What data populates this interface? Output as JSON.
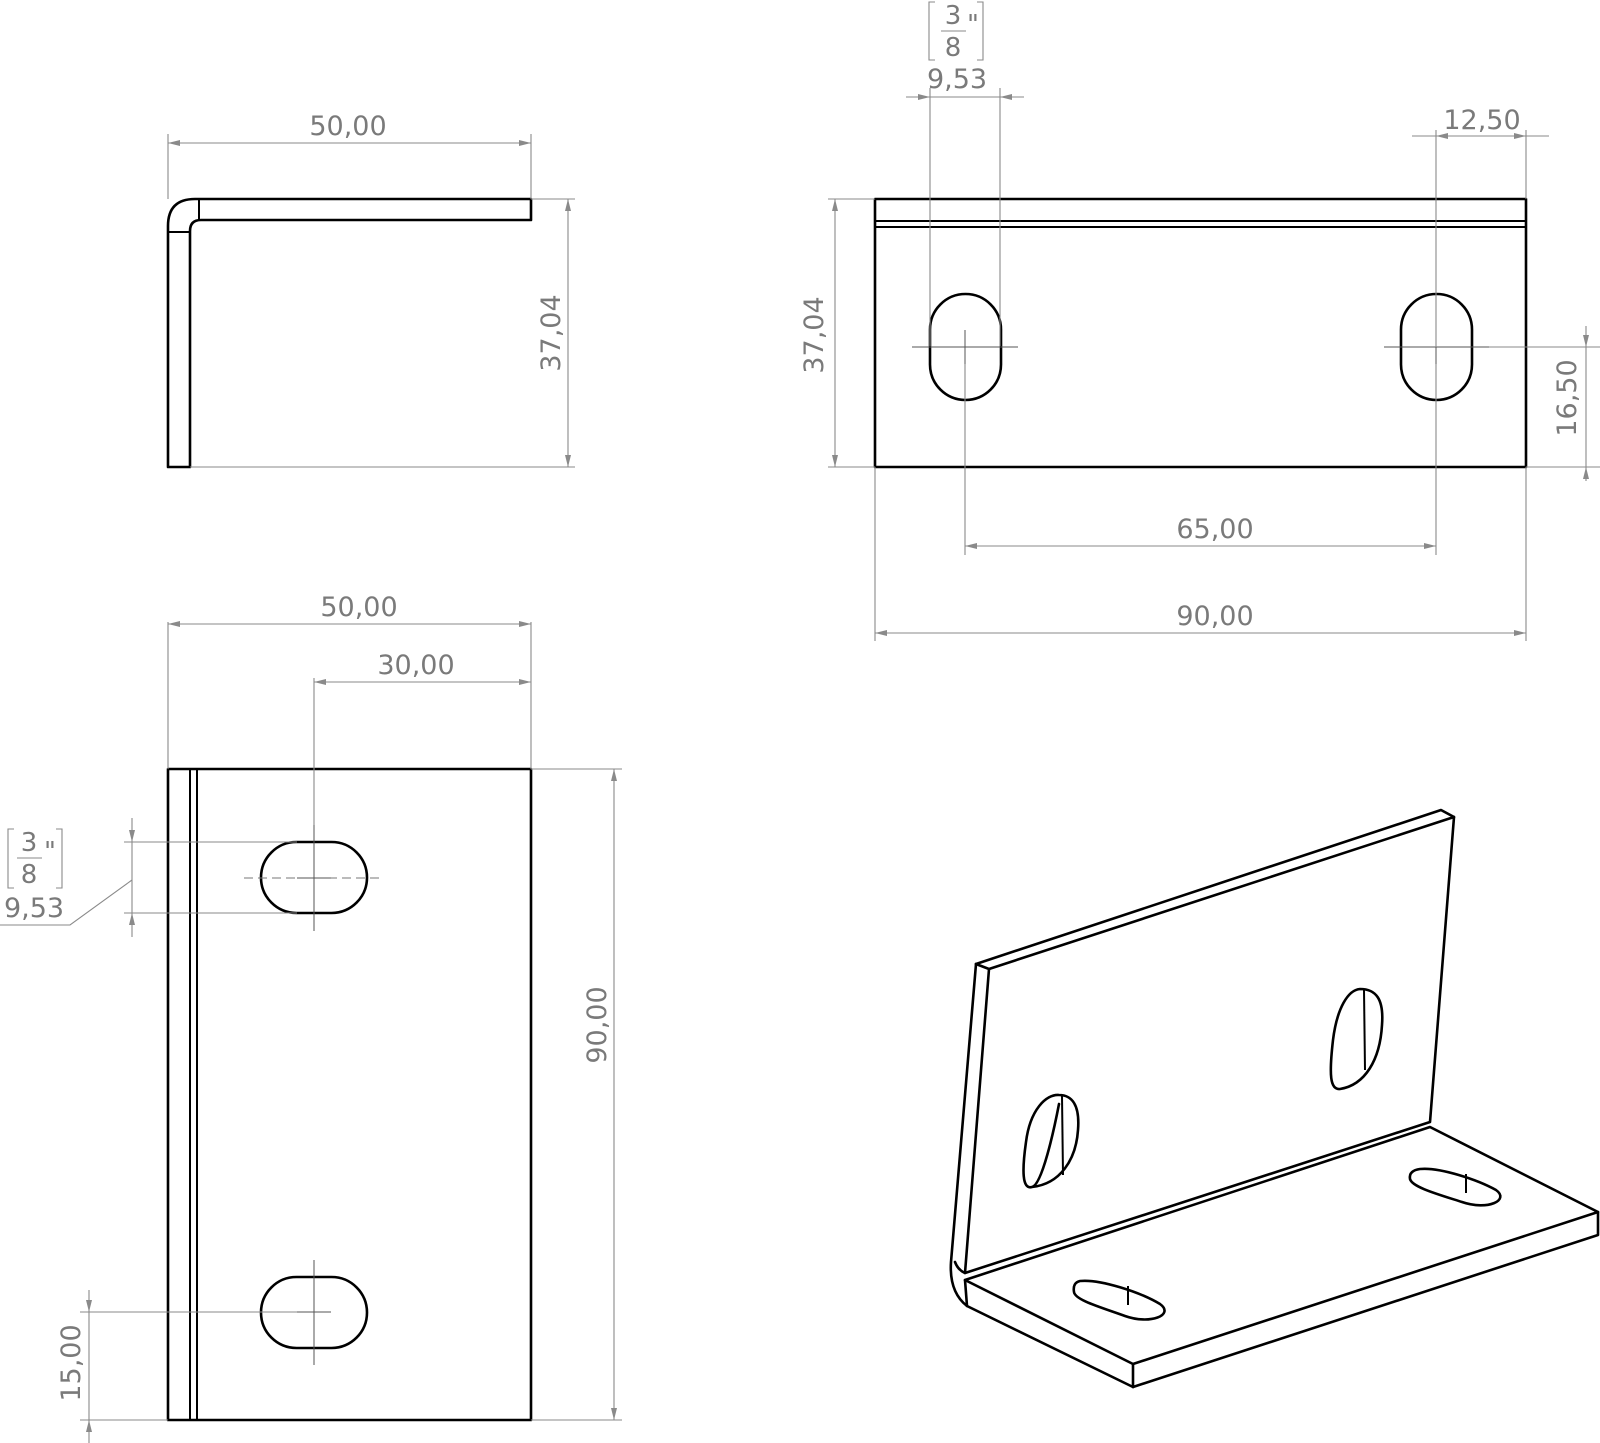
{
  "colors": {
    "line": "#000000",
    "dimension": "#8a8a8a",
    "text": "#7a7a7a"
  },
  "dimensions": {
    "side_width": "50,00",
    "side_height": "37,04",
    "front_slot_width": "9,53",
    "front_slot_fraction": {
      "numerator": "3",
      "denominator": "8",
      "unit": "\""
    },
    "front_edge_offset": "12,50",
    "front_height": "37,04",
    "front_slot_height": "16,50",
    "front_slot_spacing": "65,00",
    "front_length": "90,00",
    "top_width": "50,00",
    "top_slot_offset": "30,00",
    "top_slot_width": "9,53",
    "top_slot_fraction": {
      "numerator": "3",
      "denominator": "8",
      "unit": "\""
    },
    "top_length": "90,00",
    "top_slot_edge": "15,00"
  }
}
